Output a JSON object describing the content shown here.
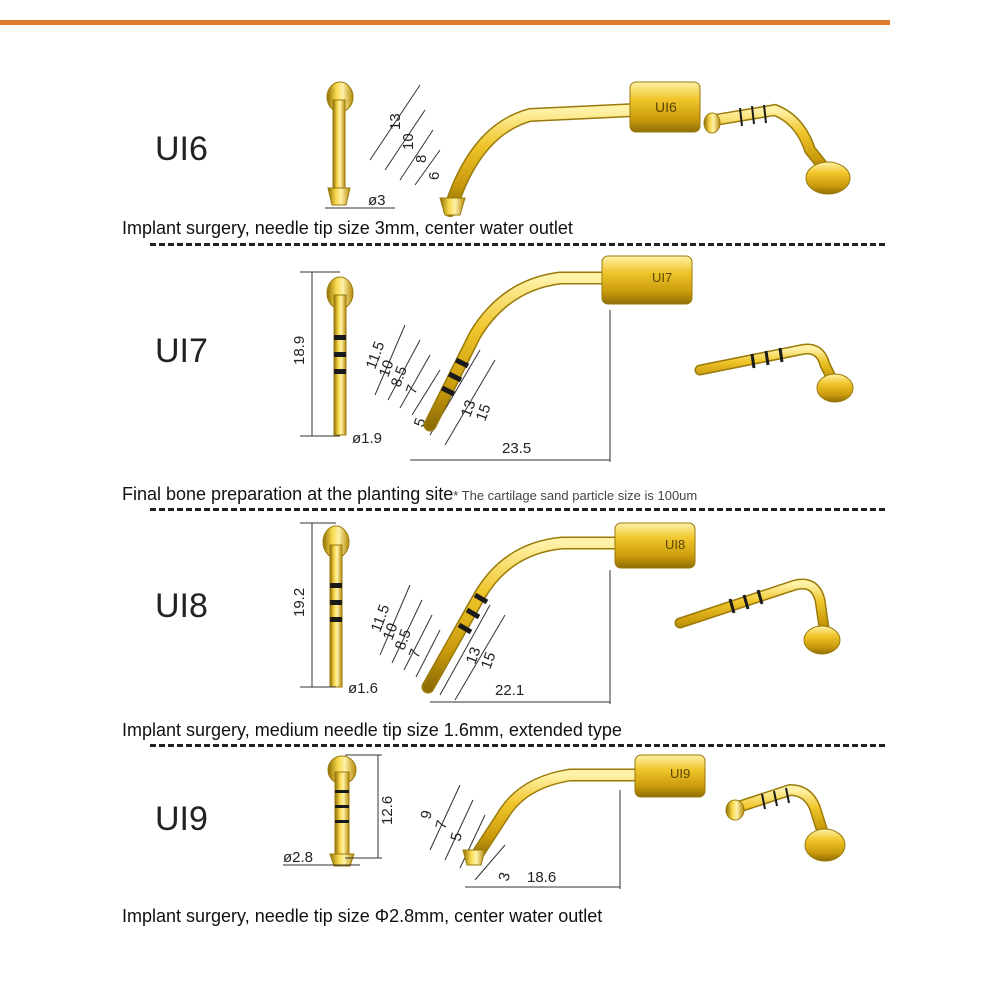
{
  "colors": {
    "accent": "#e07a2e",
    "gold": "#d8a913",
    "gold_light": "#f5d66a",
    "gold_dark": "#9a7a0a",
    "band": "#1a1a1a"
  },
  "sections": [
    {
      "model": "UI6",
      "description": "Implant surgery, needle tip size 3mm, center water outlet",
      "dims": {
        "d1": "13",
        "d2": "10",
        "d3": "8",
        "d4": "6",
        "diameter": "ø3"
      }
    },
    {
      "model": "UI7",
      "description": "Final bone preparation at the planting site",
      "note": "* The cartilage sand particle size is 100um",
      "dims": {
        "length": "18.9",
        "diameter": "ø1.9",
        "d1": "11.5",
        "d2": "10",
        "d3": "8.5",
        "d4": "7",
        "d5": "5",
        "d6": "13",
        "d7": "15",
        "reach": "23.5"
      }
    },
    {
      "model": "UI8",
      "description": "Implant surgery, medium needle tip size 1.6mm, extended type",
      "dims": {
        "length": "19.2",
        "diameter": "ø1.6",
        "d1": "11.5",
        "d2": "10",
        "d3": "8.5",
        "d4": "7",
        "d5": "13",
        "d6": "15",
        "reach": "22.1"
      }
    },
    {
      "model": "UI9",
      "description": "Implant surgery, needle tip size Φ2.8mm, center water outlet",
      "dims": {
        "length": "12.6",
        "diameter": "ø2.8",
        "d1": "9",
        "d2": "7",
        "d3": "5",
        "d4": "3",
        "reach": "18.6"
      }
    }
  ]
}
